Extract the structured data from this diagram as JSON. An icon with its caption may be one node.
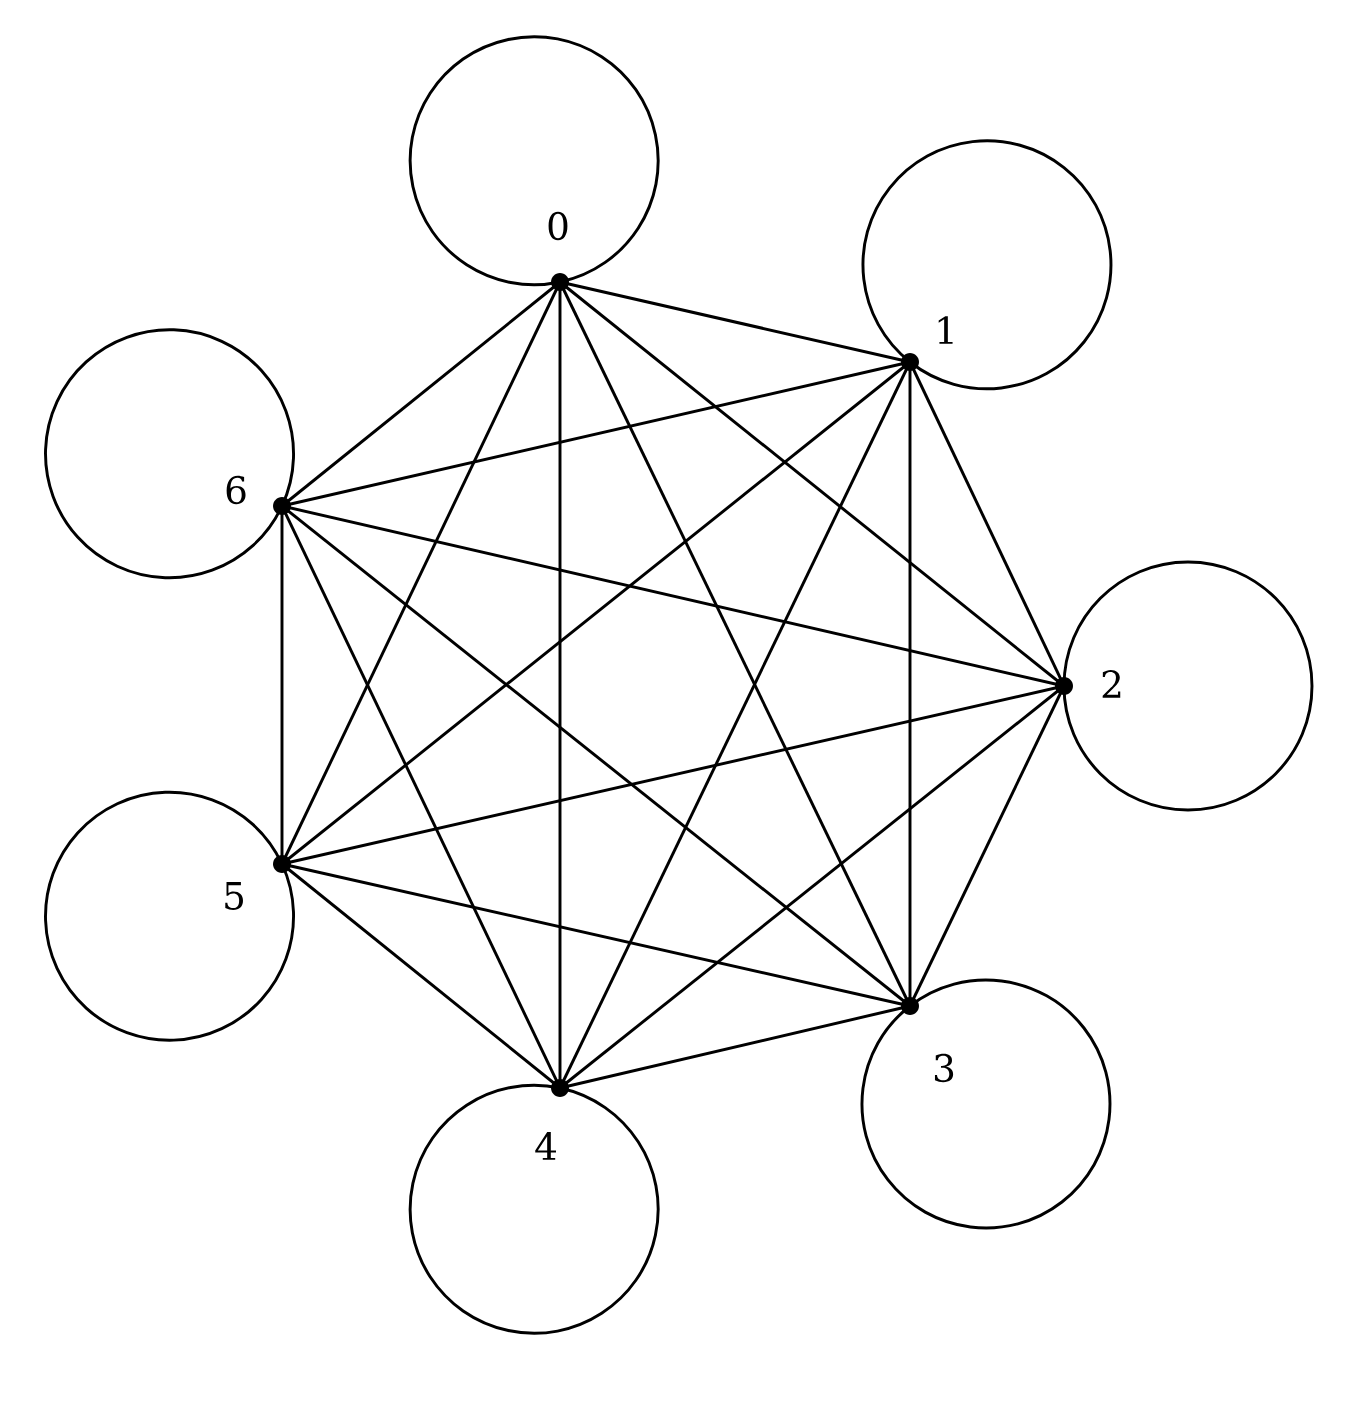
{
  "diagram": {
    "nodes": [
      {
        "text": [
          "0"
        ]
      },
      {
        "text": [
          "1"
        ]
      },
      {
        "text": [
          "2"
        ]
      },
      {
        "text": [
          "3"
        ]
      },
      {
        "text": [
          "4"
        ]
      },
      {
        "text": [
          "5"
        ]
      },
      {
        "text": [
          "6"
        ]
      }
    ],
    "edges": [
      {
        "from": 0,
        "to": 0,
        "arrow": "none"
      },
      {
        "from": 1,
        "to": 1,
        "arrow": "none"
      },
      {
        "from": 2,
        "to": 2,
        "arrow": "none"
      },
      {
        "from": 3,
        "to": 3,
        "arrow": "none"
      },
      {
        "from": 4,
        "to": 4,
        "arrow": "none"
      },
      {
        "from": 5,
        "to": 5,
        "arrow": "none"
      },
      {
        "from": 6,
        "to": 6,
        "arrow": "none"
      },
      {
        "from": 0,
        "to": 1,
        "arrow": "none"
      },
      {
        "from": 0,
        "to": 2,
        "arrow": "none"
      },
      {
        "from": 0,
        "to": 3,
        "arrow": "none"
      },
      {
        "from": 0,
        "to": 4,
        "arrow": "none"
      },
      {
        "from": 0,
        "to": 5,
        "arrow": "none"
      },
      {
        "from": 0,
        "to": 6,
        "arrow": "none"
      },
      {
        "from": 1,
        "to": 2,
        "arrow": "none"
      },
      {
        "from": 1,
        "to": 3,
        "arrow": "none"
      },
      {
        "from": 1,
        "to": 4,
        "arrow": "none"
      },
      {
        "from": 1,
        "to": 5,
        "arrow": "none"
      },
      {
        "from": 1,
        "to": 6,
        "arrow": "none"
      },
      {
        "from": 2,
        "to": 3,
        "arrow": "none"
      },
      {
        "from": 2,
        "to": 4,
        "arrow": "none"
      },
      {
        "from": 2,
        "to": 5,
        "arrow": "none"
      },
      {
        "from": 2,
        "to": 6,
        "arrow": "none"
      },
      {
        "from": 3,
        "to": 4,
        "arrow": "none"
      },
      {
        "from": 3,
        "to": 5,
        "arrow": "none"
      },
      {
        "from": 3,
        "to": 6,
        "arrow": "none"
      },
      {
        "from": 4,
        "to": 5,
        "arrow": "none"
      },
      {
        "from": 4,
        "to": 6,
        "arrow": "none"
      },
      {
        "from": 5,
        "to": 6,
        "arrow": "none"
      }
    ]
  }
}
